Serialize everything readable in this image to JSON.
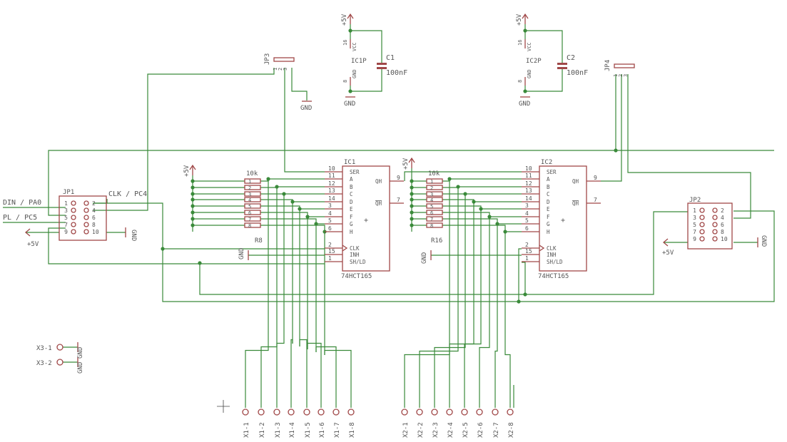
{
  "power": {
    "vcc": "+5V",
    "gnd": "GND"
  },
  "ic1": {
    "name": "IC1",
    "part": "74HCT165",
    "left_pins": [
      {
        "num": "10",
        "name": "SER"
      },
      {
        "num": "11",
        "name": "A"
      },
      {
        "num": "12",
        "name": "B"
      },
      {
        "num": "13",
        "name": "C"
      },
      {
        "num": "14",
        "name": "D"
      },
      {
        "num": "3",
        "name": "E"
      },
      {
        "num": "4",
        "name": "F"
      },
      {
        "num": "5",
        "name": "G"
      },
      {
        "num": "6",
        "name": "H"
      },
      {
        "num": "2",
        "name": "CLK"
      },
      {
        "num": "15",
        "name": "INH"
      },
      {
        "num": "1",
        "name": "SH/LD"
      }
    ],
    "right_pins": [
      {
        "num": "9",
        "name": "QH"
      },
      {
        "num": "7",
        "name": "QH"
      }
    ]
  },
  "ic2": {
    "name": "IC2",
    "part": "74HCT165",
    "left_pins": [
      {
        "num": "10",
        "name": "SER"
      },
      {
        "num": "11",
        "name": "A"
      },
      {
        "num": "12",
        "name": "B"
      },
      {
        "num": "13",
        "name": "C"
      },
      {
        "num": "14",
        "name": "D"
      },
      {
        "num": "3",
        "name": "E"
      },
      {
        "num": "4",
        "name": "F"
      },
      {
        "num": "5",
        "name": "G"
      },
      {
        "num": "6",
        "name": "H"
      },
      {
        "num": "2",
        "name": "CLK"
      },
      {
        "num": "15",
        "name": "INH"
      },
      {
        "num": "1",
        "name": "SH/LD"
      }
    ],
    "right_pins": [
      {
        "num": "9",
        "name": "QH"
      },
      {
        "num": "7",
        "name": "QH"
      }
    ]
  },
  "c1p": {
    "name": "IC1P",
    "pin_top": "16",
    "pin_top_label": "VCC",
    "pin_bot": "8",
    "pin_bot_label": "GND"
  },
  "c2p": {
    "name": "IC2P",
    "pin_top": "16",
    "pin_top_label": "VCC",
    "pin_bot": "8",
    "pin_bot_label": "GND"
  },
  "c1": {
    "name": "C1",
    "value": "100nF"
  },
  "c2": {
    "name": "C2",
    "value": "100nF"
  },
  "r8": {
    "name": "R8",
    "value": "10k",
    "pins": [
      "1",
      "2",
      "3",
      "4",
      "5",
      "6",
      "7",
      "8"
    ]
  },
  "r16": {
    "name": "R16",
    "value": "10k",
    "pins": [
      "1",
      "2",
      "3",
      "4",
      "5",
      "6",
      "7",
      "8"
    ]
  },
  "jp1": {
    "name": "JP1",
    "pins_left": [
      "1",
      "3",
      "5",
      "7",
      "9"
    ],
    "pins_right": [
      "2",
      "4",
      "6",
      "8",
      "10"
    ]
  },
  "jp2": {
    "name": "JP2",
    "pins_left": [
      "1",
      "3",
      "5",
      "7",
      "9"
    ],
    "pins_right": [
      "2",
      "4",
      "6",
      "8",
      "10"
    ]
  },
  "jp3": {
    "name": "JP3",
    "pins": [
      "1",
      "2",
      "3"
    ]
  },
  "jp4": {
    "name": "JP4",
    "pins": [
      "1",
      "2",
      "3"
    ]
  },
  "nets": {
    "din": "DIN / PA0",
    "clk": "CLK / PC4",
    "pl": "PL / PC5"
  },
  "x3": [
    "X3-1",
    "X3-2"
  ],
  "x1": [
    "X1-1",
    "X1-2",
    "X1-3",
    "X1-4",
    "X1-5",
    "X1-6",
    "X1-7",
    "X1-8"
  ],
  "x2": [
    "X2-1",
    "X2-2",
    "X2-3",
    "X2-4",
    "X2-5",
    "X2-6",
    "X2-7",
    "X2-8"
  ]
}
